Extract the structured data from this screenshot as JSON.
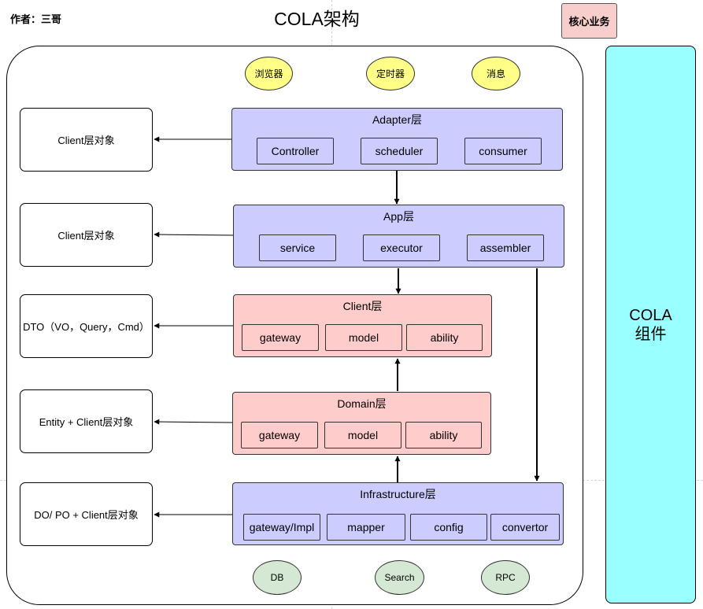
{
  "header": {
    "author": "作者：三哥",
    "title": "COLA架构",
    "core_badge": "核心业务"
  },
  "sidebar": {
    "cola_line1": "COLA",
    "cola_line2": "组件"
  },
  "entry_points": [
    "浏览器",
    "定时器",
    "消息"
  ],
  "storage_points": [
    "DB",
    "Search",
    "RPC"
  ],
  "objects": [
    "Client层对象",
    "Client层对象",
    "DTO（VO，Query，Cmd）",
    "Entity + Client层对象",
    "DO/ PO + Client层对象"
  ],
  "layers": {
    "adapter": {
      "title": "Adapter层",
      "components": [
        "Controller",
        "scheduler",
        "consumer"
      ]
    },
    "app": {
      "title": "App层",
      "components": [
        "service",
        "executor",
        "assembler"
      ]
    },
    "client": {
      "title": "Client层",
      "components": [
        "gateway",
        "model",
        "ability"
      ]
    },
    "domain": {
      "title": "Domain层",
      "components": [
        "gateway",
        "model",
        "ability"
      ]
    },
    "infrastructure": {
      "title": "Infrastructure层",
      "components": [
        "gateway/Impl",
        "mapper",
        "config",
        "convertor"
      ]
    }
  },
  "colors": {
    "blue_layer": "#ccccff",
    "pink_layer": "#ffcccc",
    "entry_ellipse": "#ffff88",
    "storage_ellipse": "#d5e8d4",
    "cola_component": "#99ffff",
    "core_badge": "#f8cecc"
  }
}
